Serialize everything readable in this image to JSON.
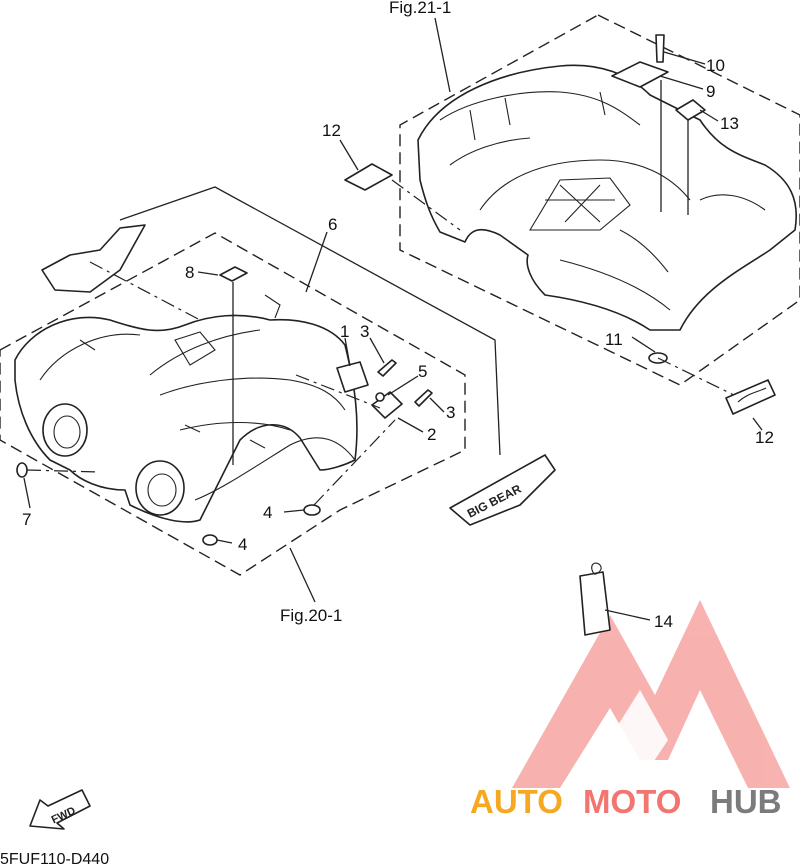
{
  "figure_refs": {
    "rear": "Fig.21-1",
    "front": "Fig.20-1"
  },
  "part_numbers": {
    "p1": "1",
    "p2": "2",
    "p3a": "3",
    "p3b": "3",
    "p4a": "4",
    "p4b": "4",
    "p5": "5",
    "p6": "6",
    "p7": "7",
    "p8": "8",
    "p9": "9",
    "p10": "10",
    "p11": "11",
    "p12a": "12",
    "p12b": "12",
    "p13": "13",
    "p14": "14"
  },
  "decal_text": {
    "big_bear": "BIG BEAR",
    "fwd": "FWD"
  },
  "drawing_code": "5FUF110-D440",
  "watermark": {
    "part1": "AUTO",
    "part2": "MOTO",
    "part3": "HUB"
  },
  "colors": {
    "watermark_red": "#f2756f",
    "watermark_orange": "#f7a823",
    "watermark_gray": "#7b7b7b",
    "line": "#222222"
  }
}
